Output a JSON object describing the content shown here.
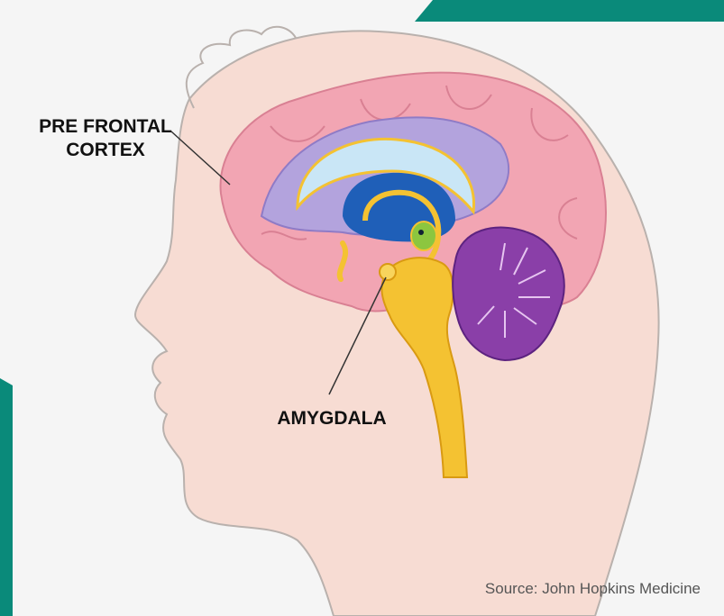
{
  "labels": {
    "prefrontal_line1": "PRE FRONTAL",
    "prefrontal_line2": "CORTEX",
    "amygdala": "AMYGDALA"
  },
  "source": "Source: John Hopkins Medicine",
  "colors": {
    "accent_teal": "#0a8a7a",
    "skin": "#f7dcd3",
    "cortex": "#f2a5b3",
    "ventricle_purple": "#b3a3dd",
    "brainstem_yellow": "#f4c232",
    "cerebellum_purple": "#8a3fa8",
    "inner_blue": "#1f5fb8"
  }
}
